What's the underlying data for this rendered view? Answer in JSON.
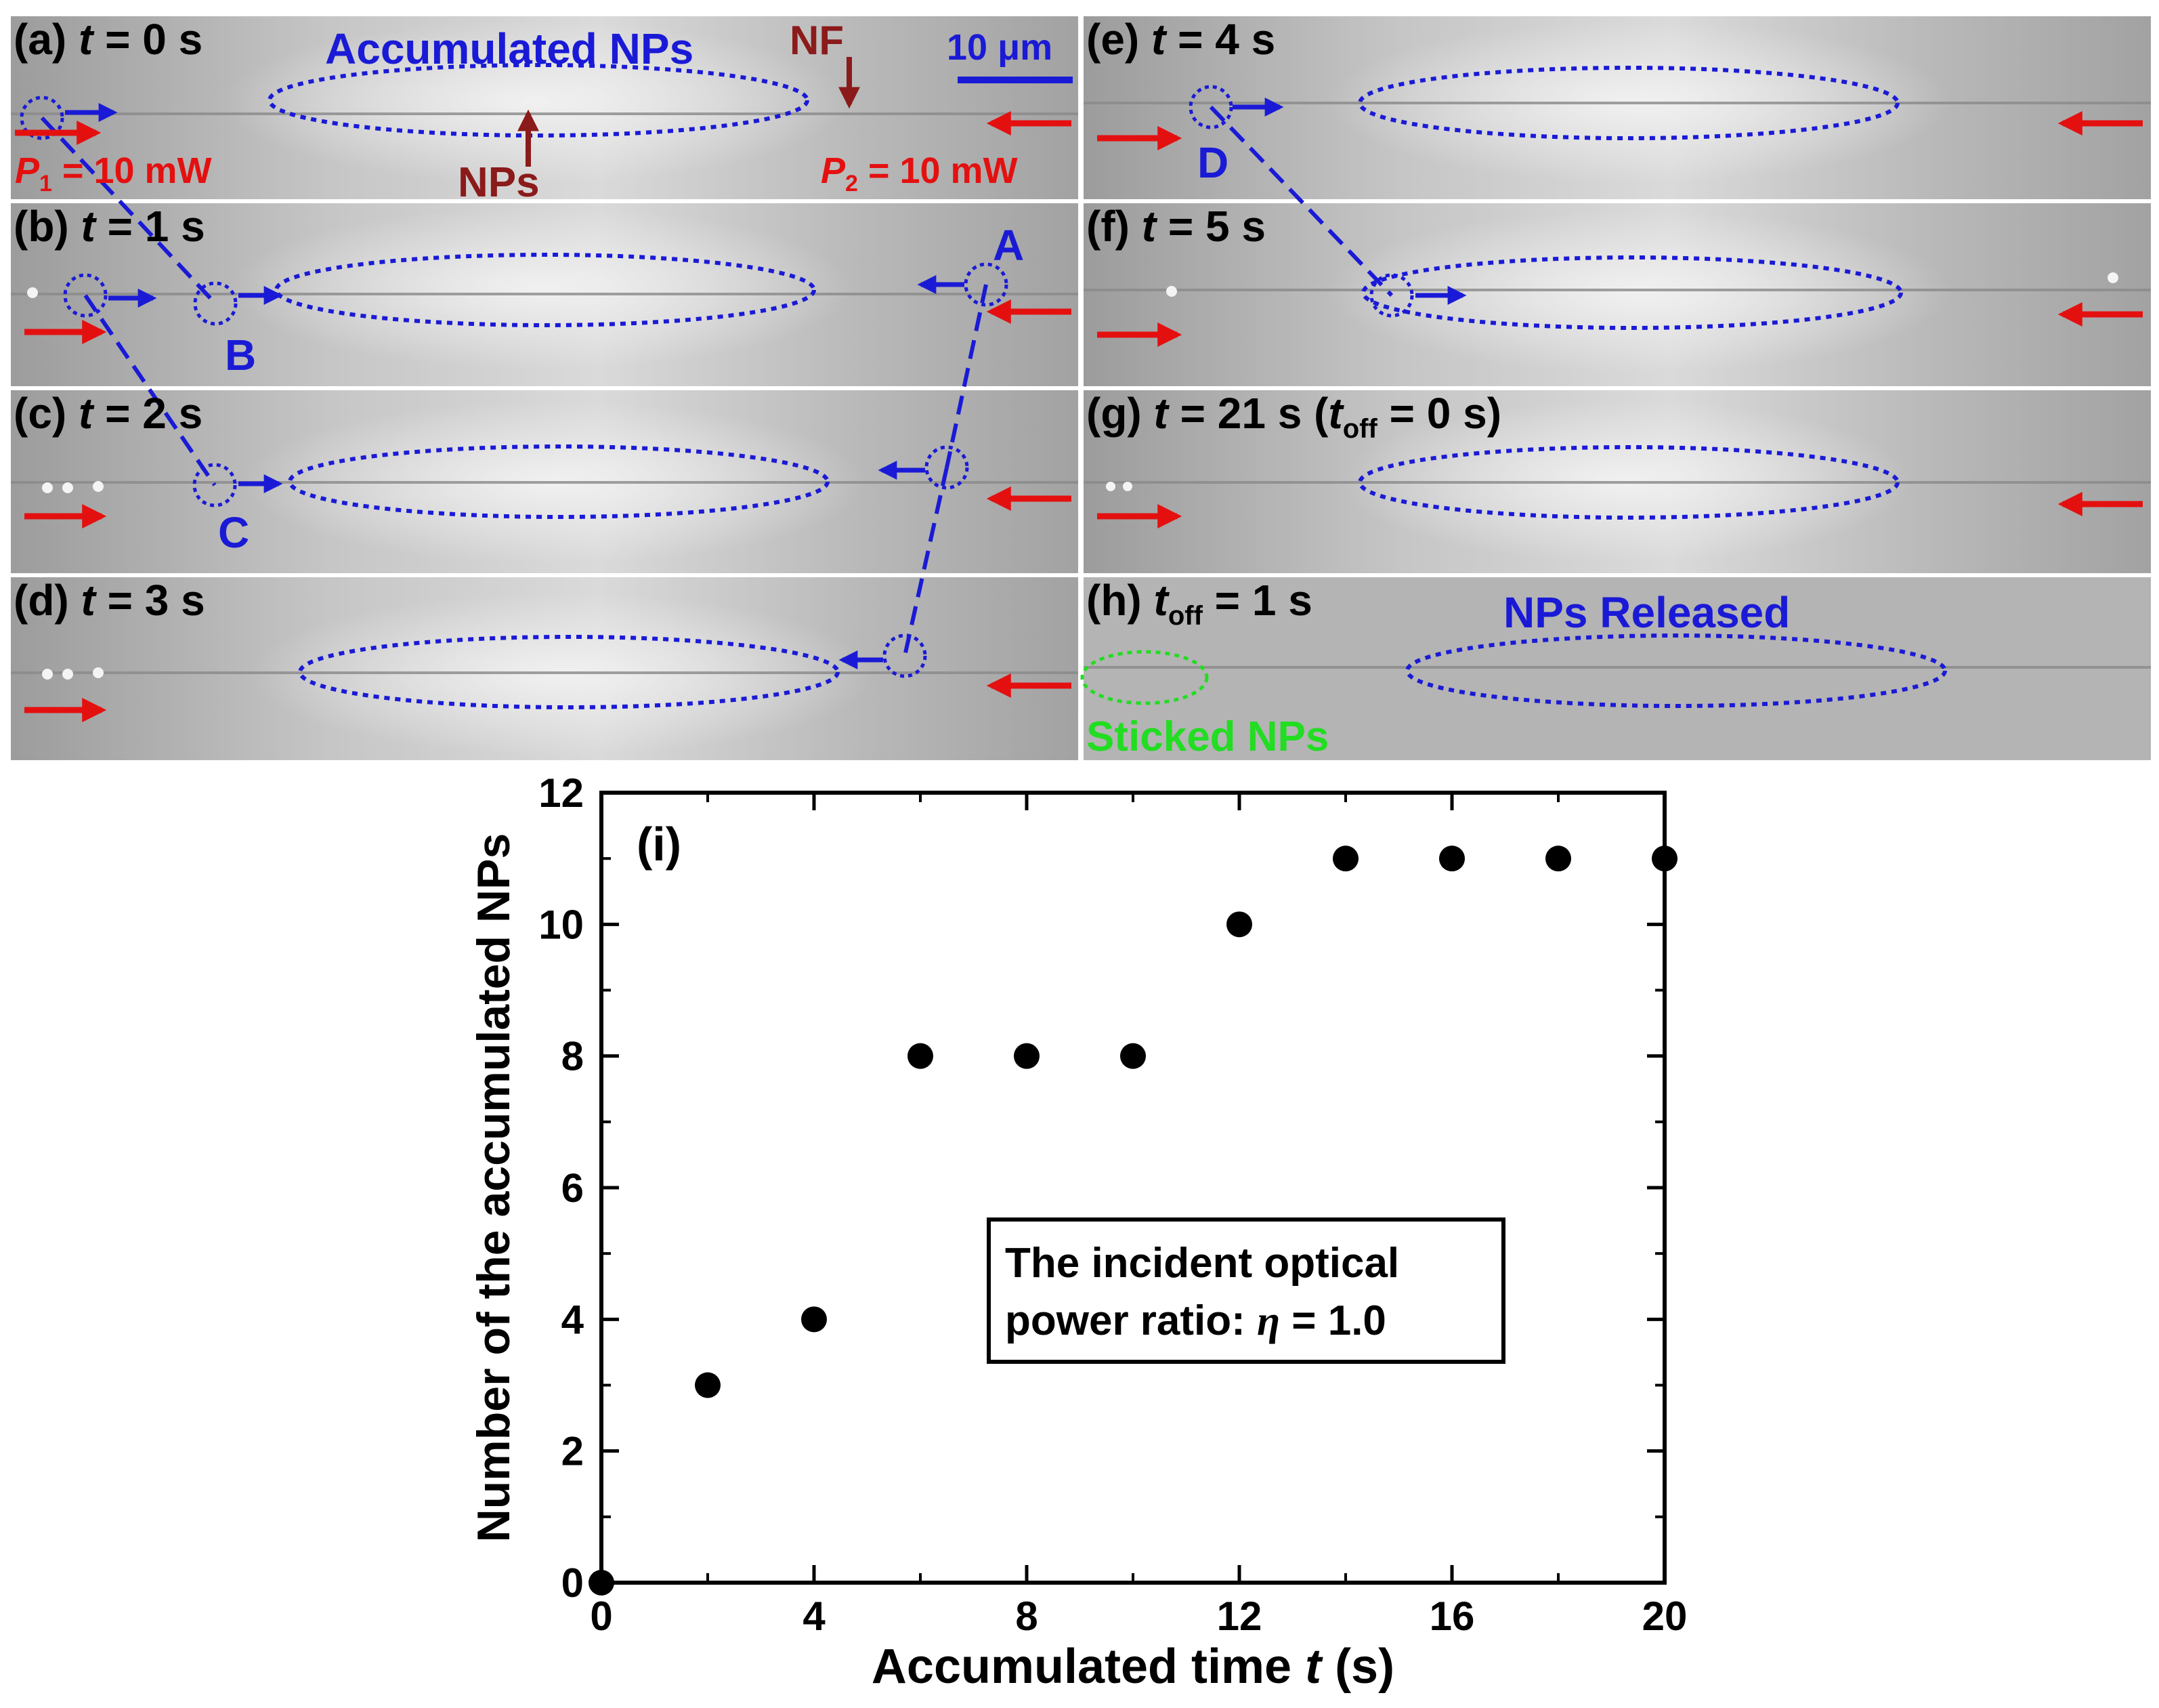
{
  "colors": {
    "annotation_blue": "#1a1ad6",
    "arrow_red": "#e41010",
    "nf_darkred": "#8b1a1a",
    "sticked_green": "#22dd22",
    "panel_gray": "#a9a9a9",
    "ink": "#000000"
  },
  "micrographs": {
    "a": {
      "label": "(a) ",
      "t": "t",
      "t_rest": " = 0 s",
      "accumulated": "Accumulated NPs",
      "nf": "NF",
      "nps": "NPs",
      "scalebar": "10 μm",
      "p1": "P",
      "p1_sub": "1",
      "p1_rest": " = 10 mW",
      "p2": "P",
      "p2_sub": "2",
      "p2_rest": " = 10 mW"
    },
    "b": {
      "label": "(b) ",
      "t": "t",
      "t_rest": " = 1 s",
      "marker_a": "A",
      "marker_b": "B"
    },
    "c": {
      "label": "(c) ",
      "t": "t",
      "t_rest": " = 2 s",
      "marker_c": "C"
    },
    "d": {
      "label": "(d) ",
      "t": "t",
      "t_rest": " = 3 s"
    },
    "e": {
      "label": "(e) ",
      "t": "t",
      "t_rest": " = 4 s",
      "marker_d": "D"
    },
    "f": {
      "label": "(f) ",
      "t": "t",
      "t_rest": " = 5 s"
    },
    "g": {
      "label": "(g) ",
      "t": "t",
      "t_rest": " = 21 s (",
      "toff": "t",
      "toff_sub": "off",
      "toff_rest": " = 0 s)"
    },
    "h": {
      "label": "(h) ",
      "toff": "t",
      "toff_sub": "off",
      "toff_rest": " = 1 s",
      "released": "NPs Released",
      "sticked": "Sticked NPs"
    }
  },
  "chart_data": {
    "type": "scatter",
    "panel_label": "(i)",
    "x": [
      0,
      2,
      4,
      6,
      8,
      10,
      12,
      14,
      16,
      18,
      20
    ],
    "y": [
      0,
      3,
      4,
      8,
      8,
      8,
      10,
      11,
      11,
      11,
      11
    ],
    "xlabel_pre": "Accumulated time ",
    "xlabel_var": "t",
    "xlabel_post": " (s)",
    "ylabel": "Number of the accumulated NPs",
    "xlim": [
      0,
      20
    ],
    "ylim": [
      0,
      12
    ],
    "xticks": [
      0,
      4,
      8,
      12,
      16,
      20
    ],
    "yticks": [
      0,
      2,
      4,
      6,
      8,
      10,
      12
    ],
    "grid": false,
    "legend_line1": "The incident optical",
    "legend_line2_pre": "power ratio: ",
    "legend_line2_var": "η",
    "legend_line2_post": " = 1.0"
  }
}
